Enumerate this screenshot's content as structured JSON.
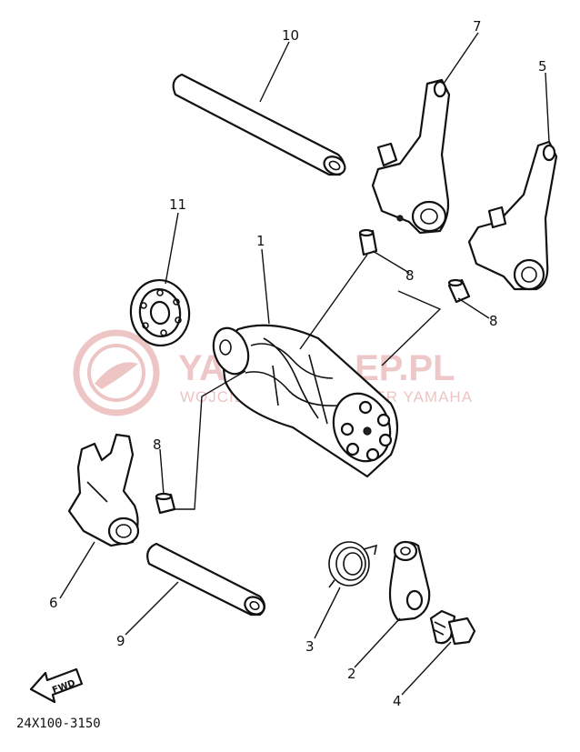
{
  "diagram": {
    "callouts": {
      "drum": "1",
      "lever": "2",
      "spring": "3",
      "bolt": "4",
      "fork_5": "5",
      "fork_6": "6",
      "fork_7": "7",
      "pin_a": "8",
      "pin_b": "8",
      "pin_c": "8",
      "shaft_9": "9",
      "shaft_10": "10",
      "bearing": "11"
    },
    "arrow_label": "FWD",
    "drawing_code": "24X100-3150"
  },
  "watermark": {
    "brand": "YAMASKLEP.PL",
    "tagline": "WOJCIECHOWSKI DEALER YAMAHA"
  },
  "colors": {
    "ink": "#111111",
    "watermark": "#e9b6b6"
  }
}
